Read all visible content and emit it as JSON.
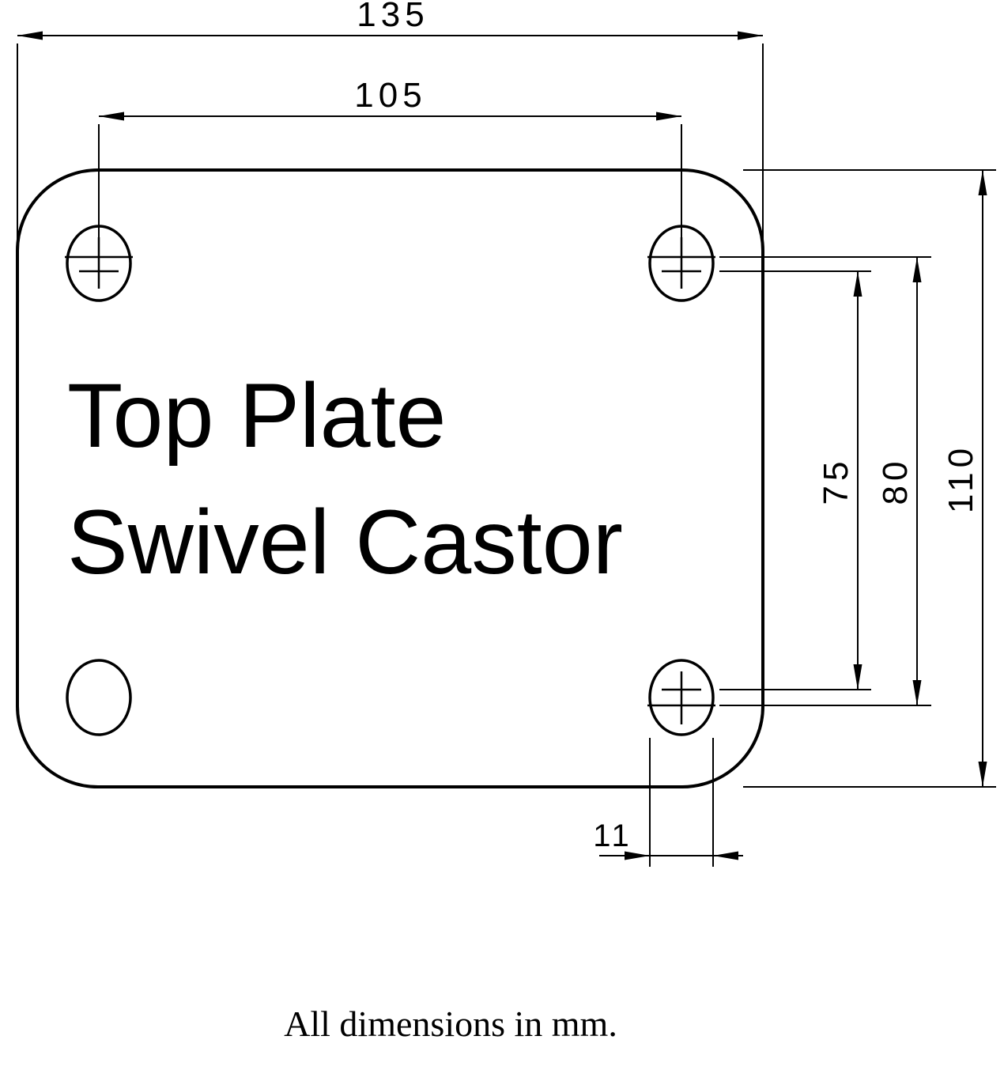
{
  "drawing": {
    "title_line1": "Top Plate",
    "title_line2": "Swivel Castor",
    "footer_note": "All dimensions in mm."
  },
  "dimensions": {
    "plate_width_mm": "135",
    "hole_spacing_horizontal_mm": "105",
    "hole_spacing_vertical_min_mm": "75",
    "hole_spacing_vertical_max_mm": "80",
    "plate_height_mm": "110",
    "slot_width_mm": "11"
  },
  "colors": {
    "line": "#000000",
    "background": "#ffffff"
  }
}
